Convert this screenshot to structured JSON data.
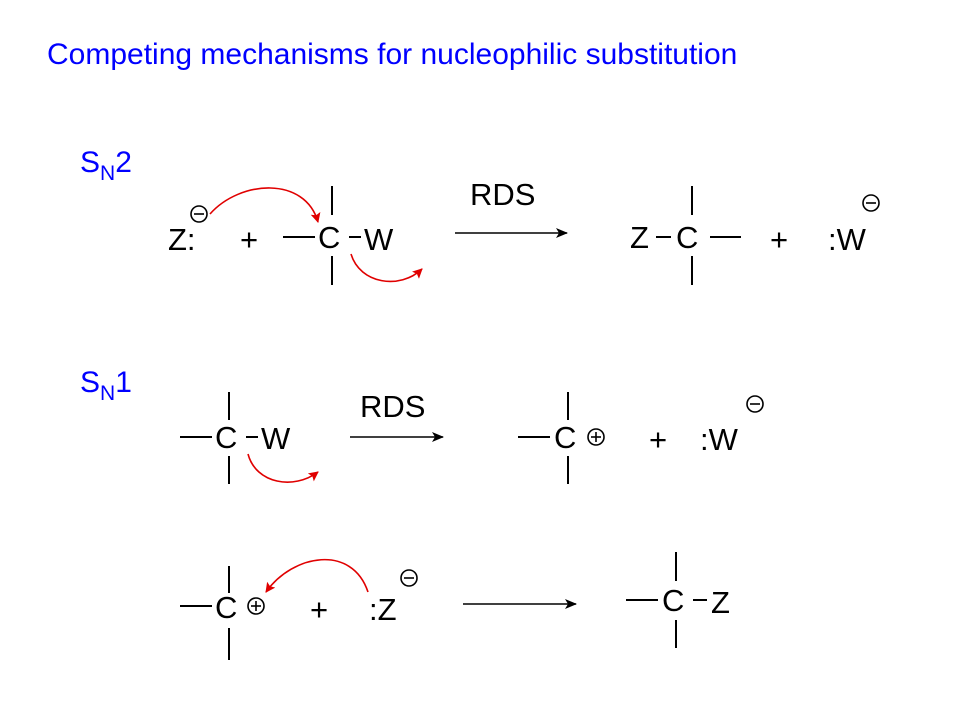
{
  "title": "Competing mechanisms for nucleophilic substitution",
  "sn2": {
    "label_s": "S",
    "label_sub": "N",
    "label_num": "2",
    "nucleophile": "Z:",
    "plus1": "+",
    "carbon": "C",
    "leaving_group": "W",
    "arrow_label": "RDS",
    "product_z": "Z",
    "product_c": "C",
    "plus2": "+",
    "leaving_ion": ":W"
  },
  "sn1": {
    "label_s": "S",
    "label_sub": "N",
    "label_num": "1",
    "step1": {
      "carbon": "C",
      "leaving_group": "W",
      "arrow_label": "RDS",
      "cation_c": "C",
      "plus": "+",
      "leaving_ion": ":W"
    },
    "step2": {
      "cation_c": "C",
      "plus": "+",
      "nucleophile": ":Z",
      "product_c": "C",
      "product_z": "Z"
    }
  },
  "colors": {
    "title": "#0000ff",
    "labels": "#0000ff",
    "curly_arrows": "#e00000",
    "structures": "#000000"
  }
}
